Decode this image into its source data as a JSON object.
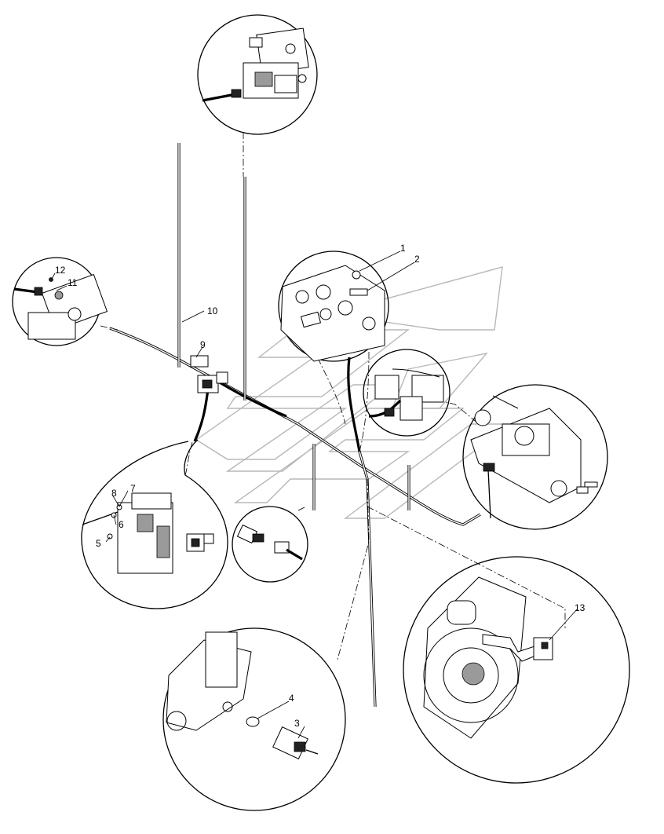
{
  "callouts": [
    {
      "label": "1"
    },
    {
      "label": "2"
    },
    {
      "label": "3"
    },
    {
      "label": "4"
    },
    {
      "label": "5"
    },
    {
      "label": "6"
    },
    {
      "label": "7"
    },
    {
      "label": "8"
    },
    {
      "label": "9"
    },
    {
      "label": "10"
    },
    {
      "label": "11"
    },
    {
      "label": "12"
    },
    {
      "label": "13"
    }
  ],
  "colors": {
    "line": "#000000",
    "background": "#ffffff",
    "watermark": "#b8b8b8"
  }
}
